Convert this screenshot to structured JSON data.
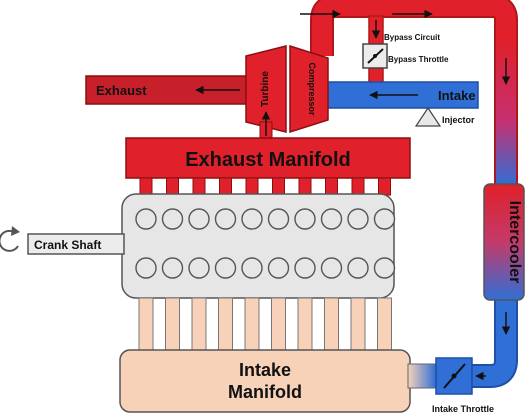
{
  "labels": {
    "exhaust": "Exhaust",
    "turbine": "Turbine",
    "compressor": "Compressor",
    "intake": "Intake",
    "injector": "Injector",
    "bypass_circuit": "Bypass Circuit",
    "bypass_throttle": "Bypass Throttle",
    "exhaust_manifold": "Exhaust Manifold",
    "crank_shaft": "Crank Shaft",
    "intercooler": "Intercooler",
    "intake_manifold_line1": "Intake",
    "intake_manifold_line2": "Manifold",
    "intake_throttle": "Intake Throttle"
  },
  "colors": {
    "hot_red": "#e0202a",
    "dark_red": "#b01818",
    "cool_blue": "#2f6fd6",
    "intake_peach": "#f8d2b8",
    "engine_grey": "#e6e6e6",
    "outline": "#555555"
  },
  "engine": {
    "cylinder_columns": 10,
    "cylinder_rows": 2
  }
}
